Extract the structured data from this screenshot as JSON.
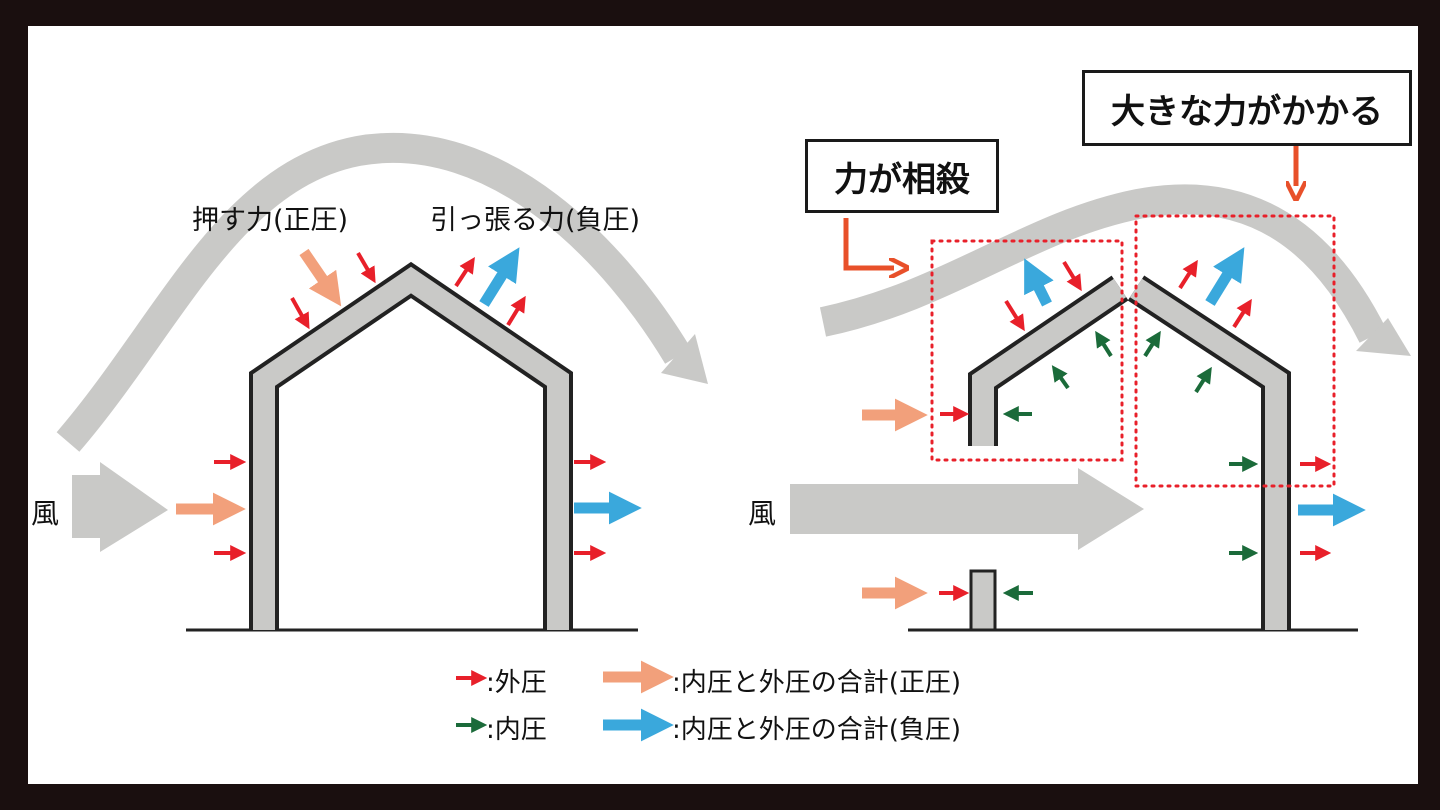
{
  "left_diagram": {
    "wind_label": "風",
    "push_label": "押す力(正圧)",
    "pull_label": "引っ張る力(負圧)"
  },
  "right_diagram": {
    "wind_label": "風",
    "cancel_label": "力が相殺",
    "large_force_label": "大きな力がかかる"
  },
  "legend": {
    "external": ":外圧",
    "internal": ":内圧",
    "sum_positive": ":内圧と外圧の合計(正圧)",
    "sum_negative": ":内圧と外圧の合計(負圧)"
  },
  "colors": {
    "external_pressure": "#e8202a",
    "internal_pressure": "#1b6b3a",
    "sum_positive": "#f2a07b",
    "sum_negative": "#3aa8dc",
    "wind_flow": "#c9c9c7",
    "callout": "#e8502a"
  }
}
